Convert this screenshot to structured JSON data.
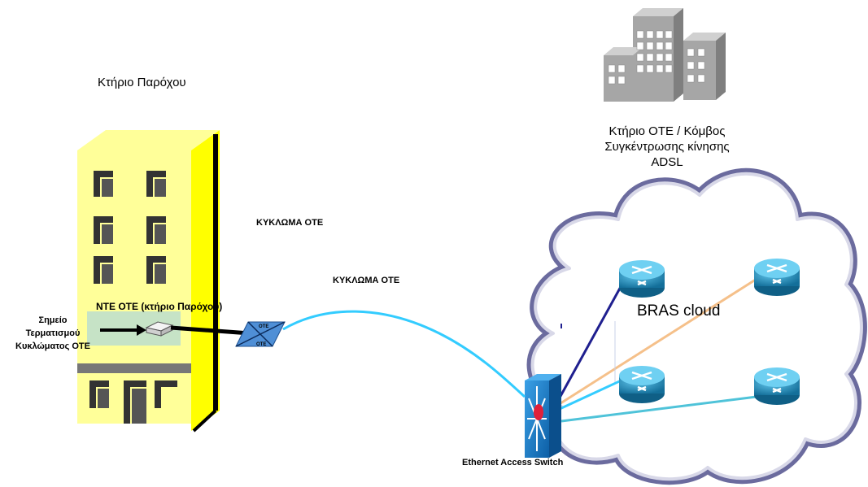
{
  "labels": {
    "provider_building": "Κτήριο Παρόχου",
    "ote_building_line1": "Κτήριο ΟΤΕ / Κόμβος",
    "ote_building_line2": "Συγκέντρωσης κίνησης",
    "ote_building_line3": "ADSL",
    "circuit_1": "ΚΥΚΛΩΜΑ ΟΤΕ",
    "circuit_2": "ΚΥΚΛΩΜΑ ΟΤΕ",
    "nte": "NTE OTE (κτήριο Παρόχου)",
    "termination_line1": "Σημείο",
    "termination_line2": "Τερματισμού",
    "termination_line3": "Κυκλώματος ΟΤΕ",
    "bras_cloud": "BRAS cloud",
    "switch": "Ethernet Access Switch",
    "patch_top": "OTE",
    "patch_bottom": "OTE"
  },
  "colors": {
    "building_face": "#ffff99",
    "building_side": "#ffff00",
    "building_edge": "#000000",
    "window": "#333333",
    "nte_highlight": "#c6e3c6",
    "circuit_line": "#33ccff",
    "router": "#1f8fbf",
    "switch": "#1a7ac7",
    "cloud_fill": "#ffffff",
    "cloud_edge": "#6b6b9e",
    "link_navy": "#1f1f8f",
    "link_orange": "#f5c08a",
    "link_cyan": "#33ccff",
    "link_teal": "#4fc3d9",
    "ote_building": "#999999"
  }
}
